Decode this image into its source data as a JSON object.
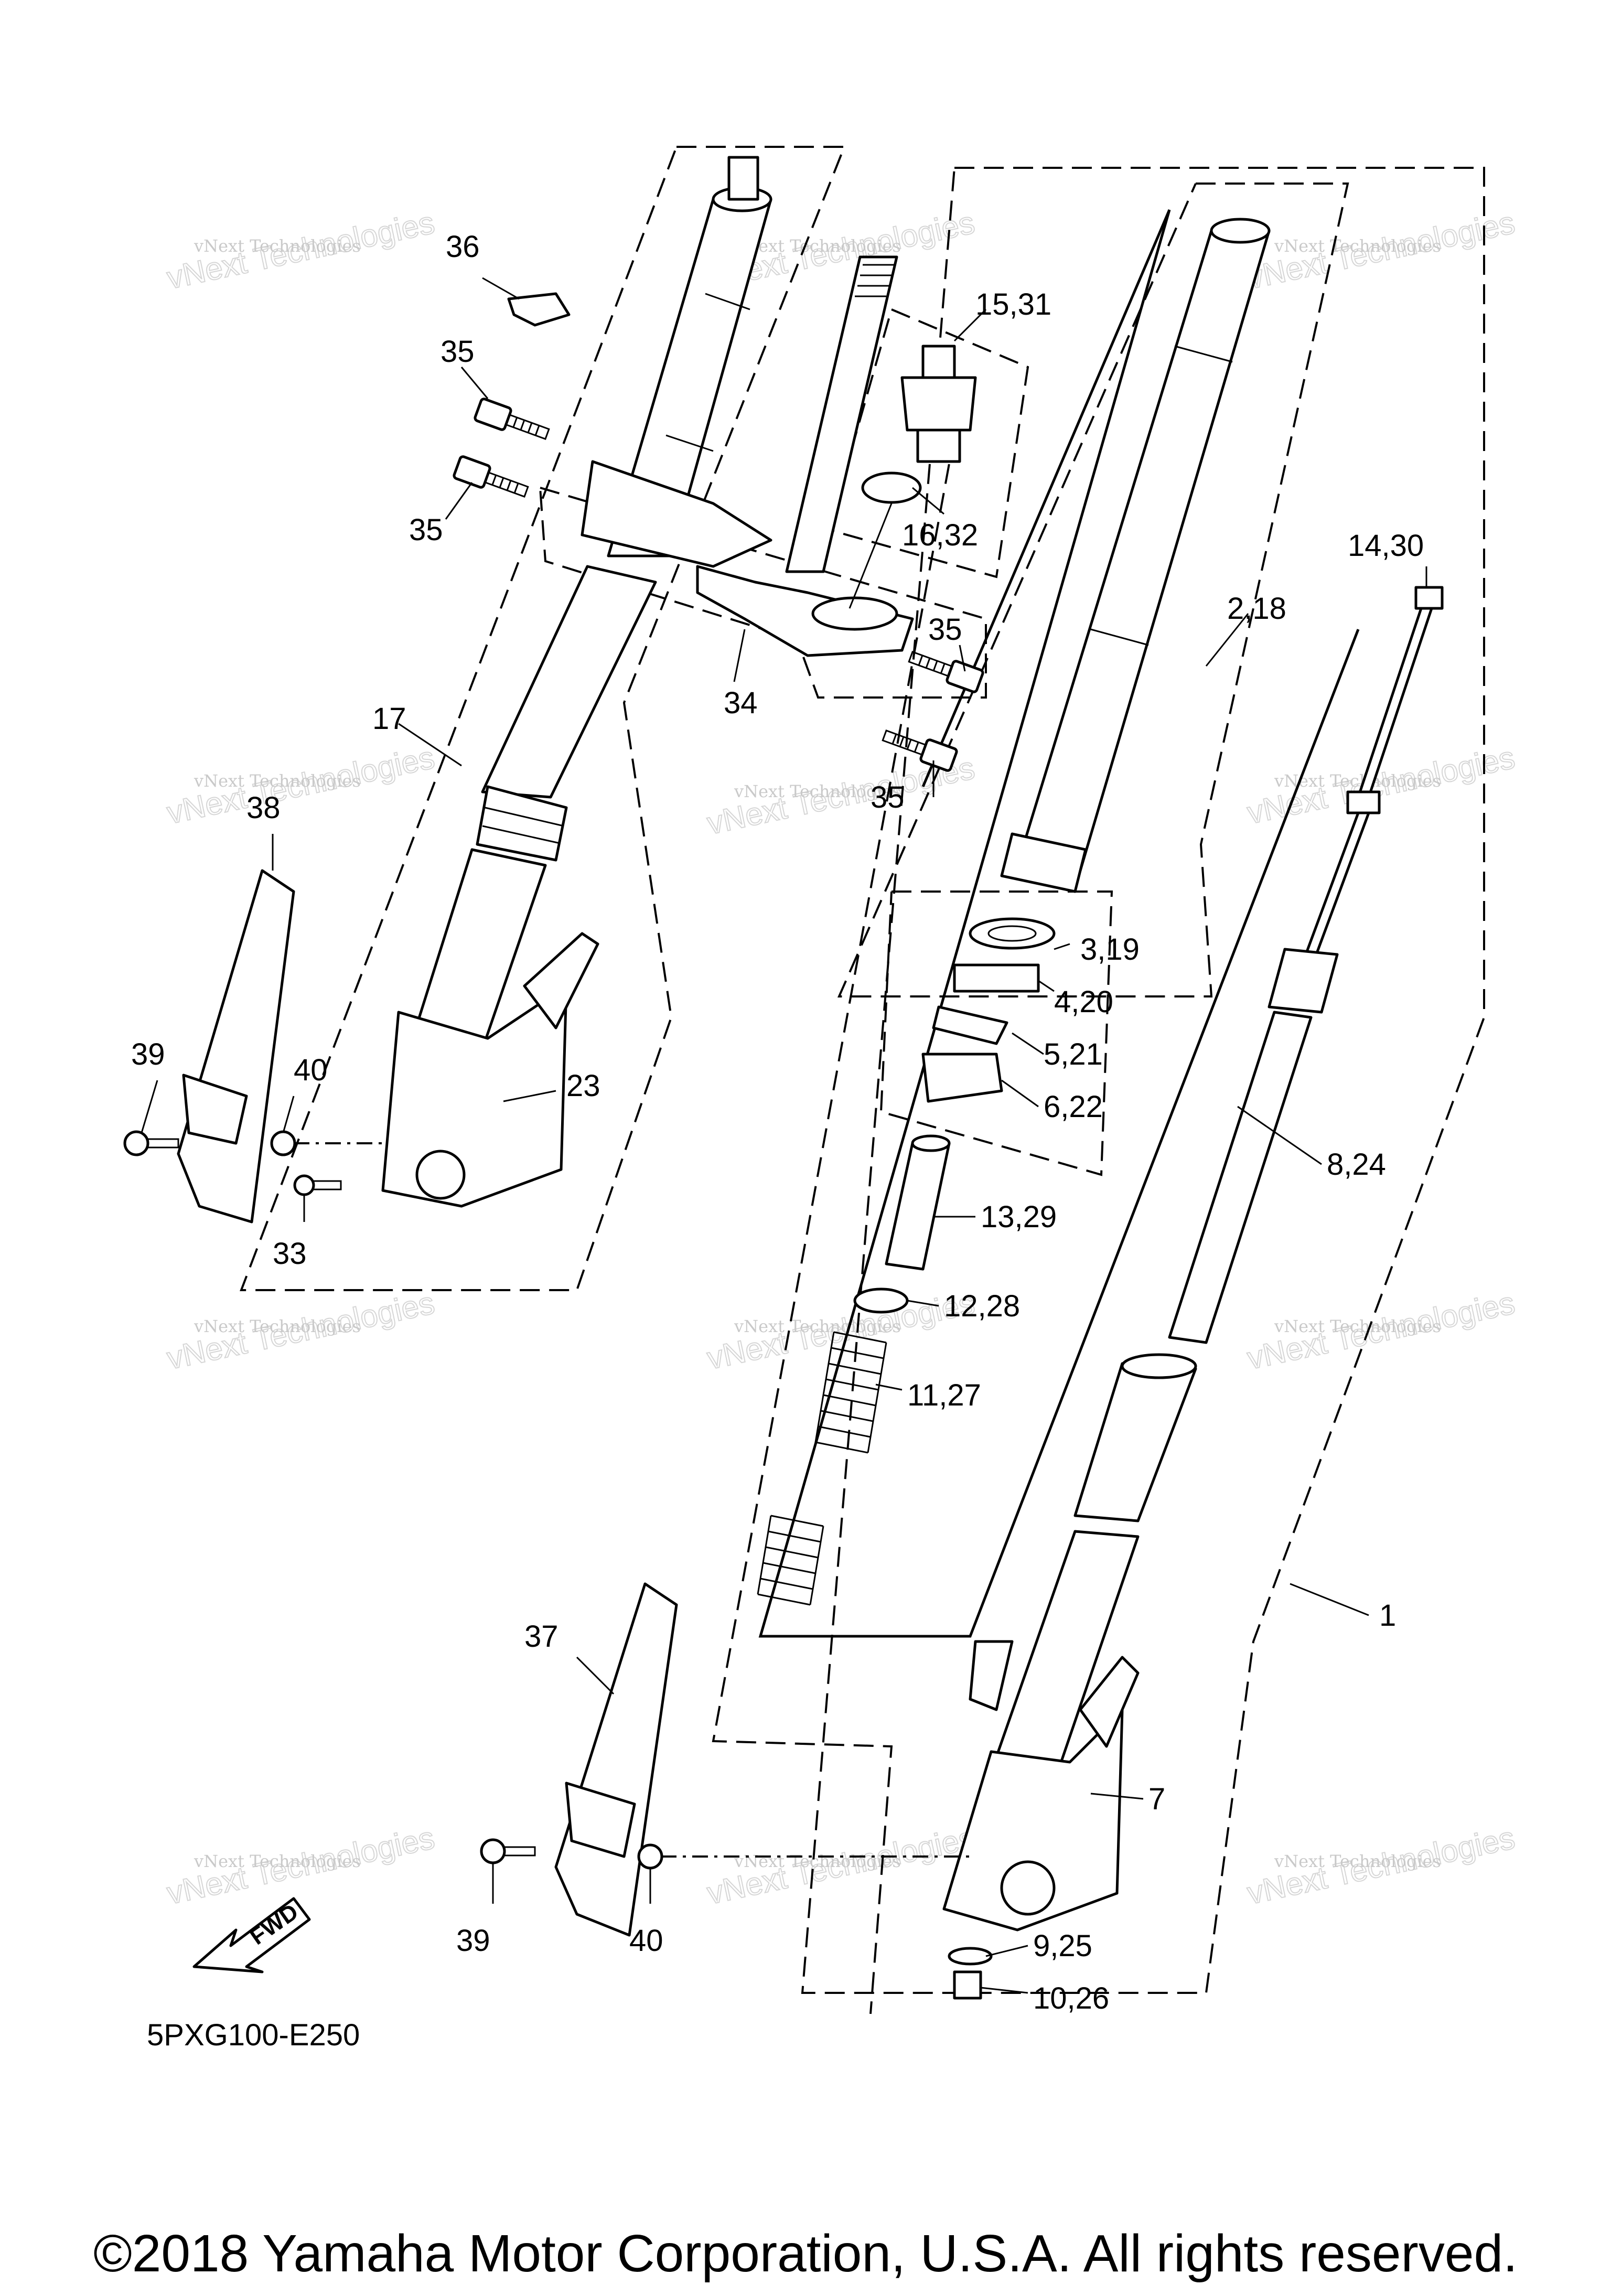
{
  "diagram": {
    "code": "5PXG100-E250",
    "fwd_label": "FWD",
    "watermark_line1": "vNext Technologies",
    "watermark_line2": "vNext Technologies",
    "callouts": {
      "c1": "1",
      "c2": "2,18",
      "c3": "3,19",
      "c4": "4,20",
      "c5": "5,21",
      "c6": "6,22",
      "c7": "7",
      "c8": "8,24",
      "c9": "9,25",
      "c10": "10,26",
      "c11": "11,27",
      "c12": "12,28",
      "c13": "13,29",
      "c14": "14,30",
      "c15": "15,31",
      "c16": "16,32",
      "c17": "17",
      "c23": "23",
      "c33": "33",
      "c34": "34",
      "c35a": "35",
      "c35b": "35",
      "c35c": "35",
      "c35d": "35",
      "c36": "36",
      "c37": "37",
      "c38": "38",
      "c39a": "39",
      "c39b": "39",
      "c40a": "40",
      "c40b": "40"
    }
  },
  "copyright": "©2018 Yamaha Motor Corporation, U.S.A. All rights reserved."
}
